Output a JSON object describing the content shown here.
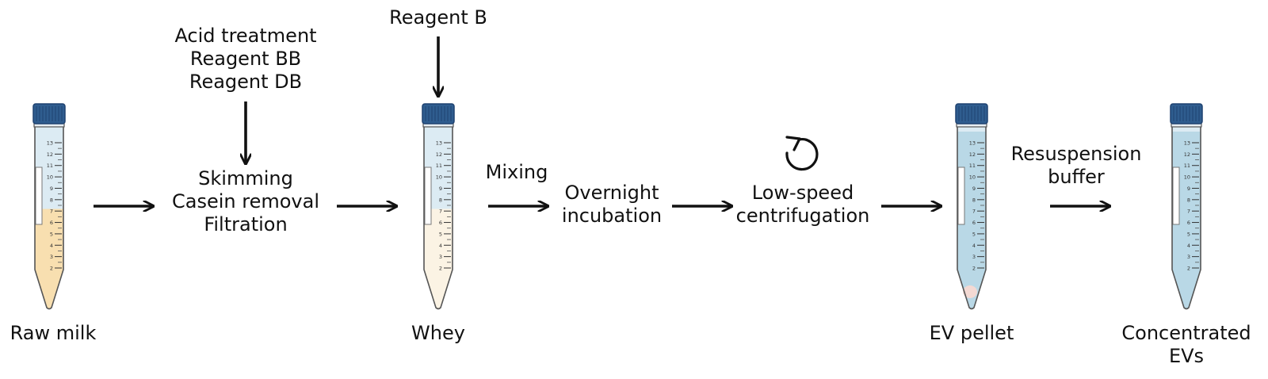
{
  "colors": {
    "cap": "#2f5d8f",
    "cap_dark": "#1f4270",
    "tube_glass": "#dcebf3",
    "tube_outline": "#555555",
    "milk": "#f8dfb0",
    "whey": "#fbf3e4",
    "liquid_blue": "#b9d8e6",
    "pellet": "#f3d9d3",
    "arrow": "#111111"
  },
  "tubes": [
    {
      "id": "raw-milk",
      "label": "Raw milk",
      "fill": "milk",
      "fill_level": 0.75
    },
    {
      "id": "whey",
      "label": "Whey",
      "fill": "whey",
      "fill_level": 0.75
    },
    {
      "id": "ev-pellet",
      "label": "EV pellet",
      "fill": "blue",
      "fill_level": 1.0,
      "pellet": true
    },
    {
      "id": "concentrated-evs",
      "label": "Concentrated EVs",
      "fill": "blue",
      "fill_level": 1.0
    }
  ],
  "tube_scale_marks": [
    "13",
    "12",
    "11",
    "10",
    "9",
    "8",
    "7",
    "6",
    "5",
    "4",
    "3",
    "2"
  ],
  "labels": {
    "raw_milk": "Raw milk",
    "whey": "Whey",
    "ev_pellet": "EV pellet",
    "concentrated_evs": [
      "Concentrated",
      "EVs"
    ],
    "acid_treatment_group": [
      "Acid treatment",
      "Reagent BB",
      "Reagent DB"
    ],
    "skimming_group": [
      "Skimming",
      "Casein removal",
      "Filtration"
    ],
    "reagent_b": "Reagent B",
    "mixing": "Mixing",
    "overnight_incubation": [
      "Overnight",
      "incubation"
    ],
    "low_speed_centrifugation": [
      "Low-speed",
      "centrifugation"
    ],
    "resuspension_buffer": [
      "Resuspension",
      "buffer"
    ]
  },
  "icons": {
    "centrifugation": "rotate-arrow-icon"
  }
}
